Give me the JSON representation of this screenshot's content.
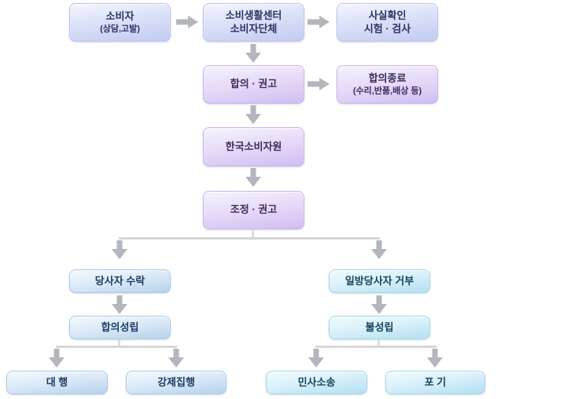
{
  "diagram": {
    "kind": "flowchart",
    "language": "ko",
    "background": "#ffffff"
  },
  "palette": {
    "periwinkle_top": "#f3f5fd",
    "periwinkle_bottom": "#c2cbf1",
    "periwinkle_border": "#bcc3ec",
    "periwinkle_text": "#2e3266",
    "purple_top": "#f7f2fd",
    "purple_bottom": "#d2bdf0",
    "purple_border": "#c7b5e9",
    "purple_text": "#3a2e5e",
    "steel_top": "#f4f9fd",
    "steel_bottom": "#b7d1ec",
    "steel_border": "#abc9e6",
    "steel_text": "#1e3c63",
    "cyan_top": "#f1fbfe",
    "cyan_bottom": "#b3dff0",
    "cyan_border": "#a5d6ea",
    "cyan_text": "#17455c",
    "connector_line": "#d6d6d6",
    "arrow_fill": "#b3b6bc"
  },
  "icons": {
    "arrow_right": "right-pointing gray block arrow",
    "arrow_down": "down-pointing gray block arrow"
  },
  "nodes": {
    "consumer": {
      "label": "소비자",
      "sublabel": "(상담,고발)"
    },
    "consumer_center": {
      "label": "소비생활센터",
      "label2": "소비자단체"
    },
    "fact_check": {
      "label": "사실확인",
      "label2": "시험 · 검사"
    },
    "agreement_recommend": {
      "label": "합의 · 권고"
    },
    "agreement_end": {
      "label": "합의종료",
      "sublabel": "(수리,반품,배상 등)"
    },
    "kca": {
      "label": "한국소비자원"
    },
    "mediation_recommend": {
      "label": "조정 · 권고"
    },
    "party_accept": {
      "label": "당사자 수락"
    },
    "party_reject": {
      "label": "일방당사자 거부"
    },
    "agreement_settled": {
      "label": "합의성립"
    },
    "not_settled": {
      "label": "불성립"
    },
    "proxy": {
      "label": "대 행"
    },
    "enforcement": {
      "label": "강제집행"
    },
    "civil_suit": {
      "label": "민사소송"
    },
    "give_up": {
      "label": "포 기"
    }
  }
}
